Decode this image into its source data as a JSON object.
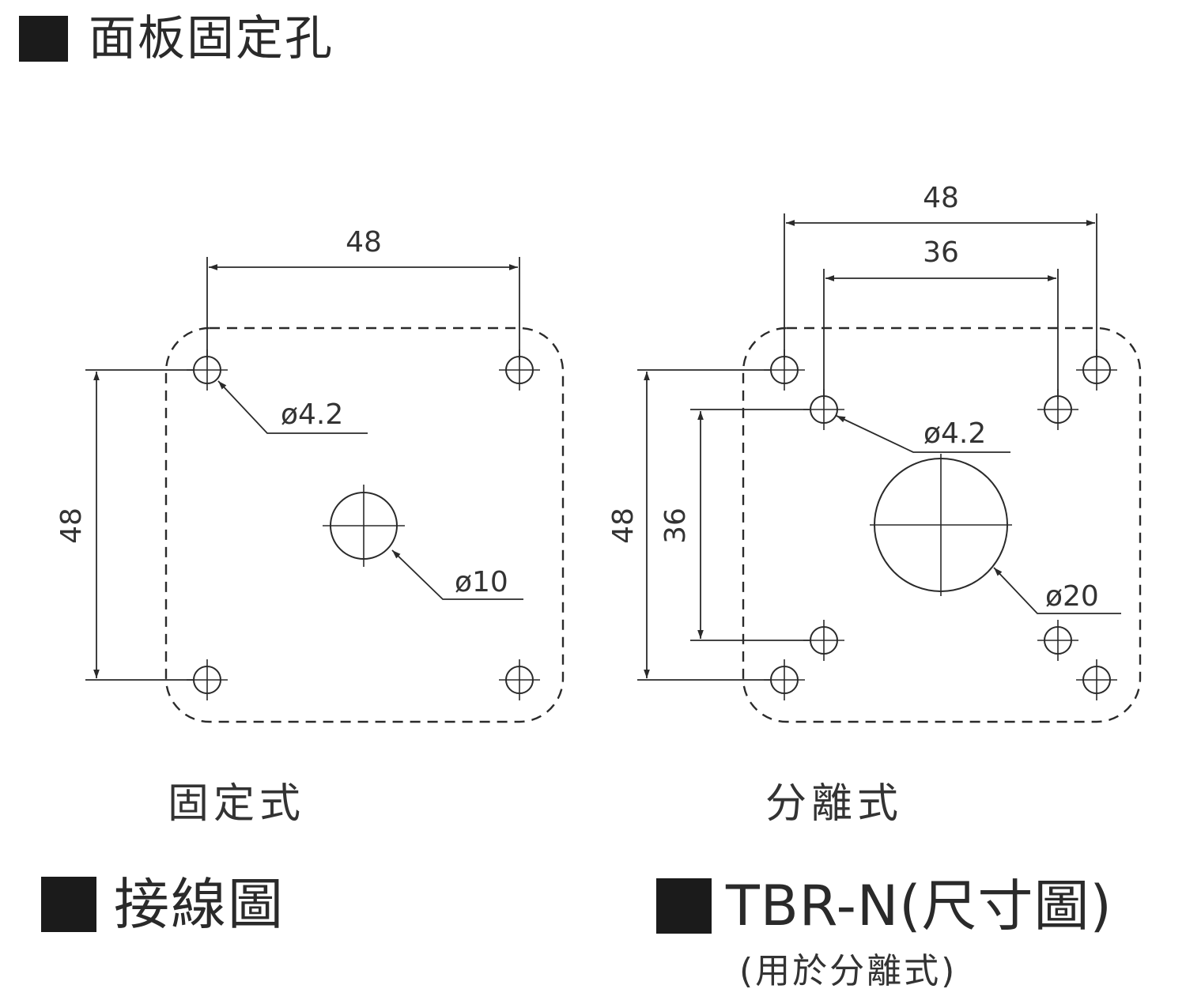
{
  "headings": {
    "panel_holes": "面板固定孔",
    "wiring": "接線圖",
    "tbr_title": "TBR-N(尺寸圖)",
    "tbr_subtitle": "(用於分離式)"
  },
  "fixed": {
    "caption": "固定式",
    "width_dim": "48",
    "height_dim": "48",
    "hole_dim": "ø4.2",
    "center_dim": "ø10"
  },
  "separate": {
    "caption": "分離式",
    "outer_width_dim": "48",
    "inner_width_dim": "36",
    "outer_height_dim": "48",
    "inner_height_dim": "36",
    "hole_dim": "ø4.2",
    "center_dim": "ø20"
  },
  "colors": {
    "line": "#2a2a2a",
    "square": "#1b1b1b"
  }
}
